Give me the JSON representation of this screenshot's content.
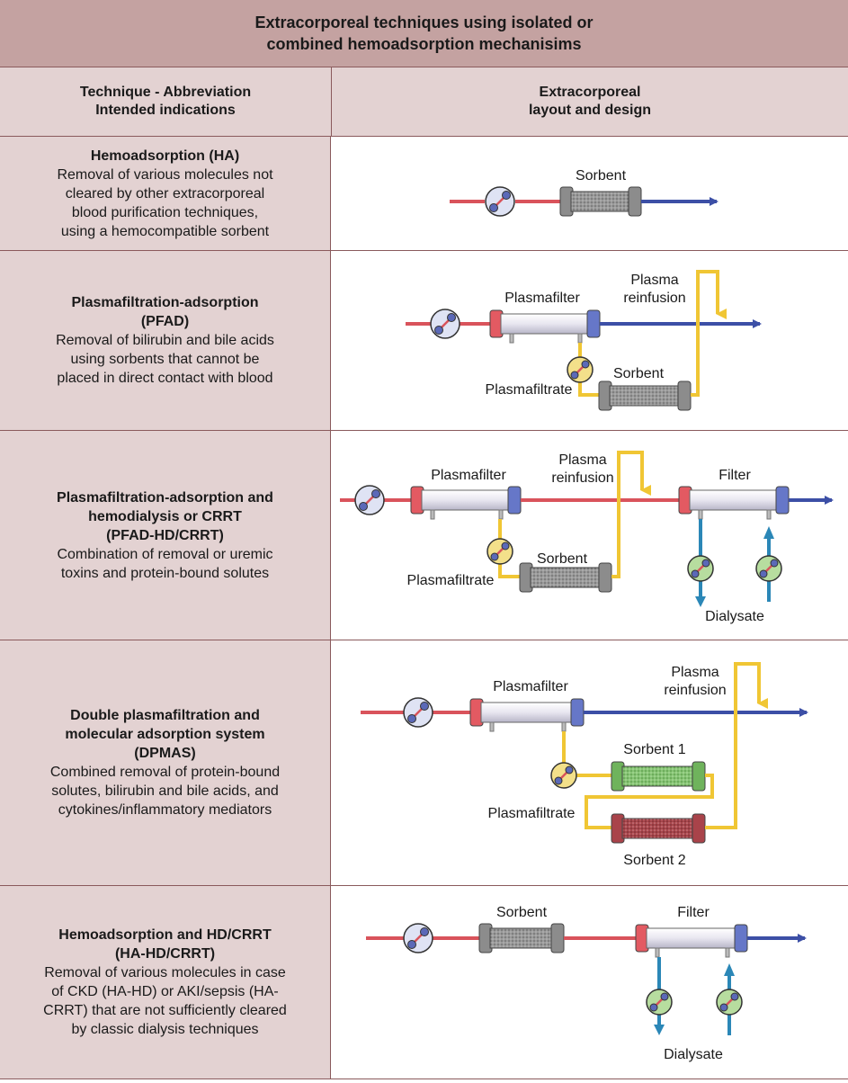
{
  "title": [
    "Extracorporeal techniques using isolated or",
    "combined hemoadsorption mechanisims"
  ],
  "header": {
    "left": [
      "Technique - Abbreviation",
      "Intended indications"
    ],
    "right": [
      "Extracorporeal",
      "layout and design"
    ]
  },
  "rows": [
    {
      "name": [
        "Hemoadsorption (HA)"
      ],
      "desc": [
        "Removal of various molecules not",
        "cleared by other extracorporeal",
        "blood purification techniques,",
        "using a hemocompatible sorbent"
      ],
      "labels": {
        "sorbent": "Sorbent"
      }
    },
    {
      "name": [
        "Plasmafiltration-adsorption",
        "(PFAD)"
      ],
      "desc": [
        "Removal of bilirubin and bile acids",
        "using sorbents that cannot be",
        "placed in direct contact with blood"
      ],
      "labels": {
        "plasmafilter": "Plasmafilter",
        "reinfusion": [
          "Plasma",
          "reinfusion"
        ],
        "sorbent": "Sorbent",
        "plasmafiltrate": "Plasmafiltrate"
      }
    },
    {
      "name": [
        "Plasmafiltration-adsorption and",
        "hemodialysis or CRRT",
        "(PFAD-HD/CRRT)"
      ],
      "desc": [
        "Combination of removal or uremic",
        "toxins and protein-bound solutes"
      ],
      "labels": {
        "plasmafilter": "Plasmafilter",
        "reinfusion": [
          "Plasma",
          "reinfusion"
        ],
        "filter": "Filter",
        "sorbent": "Sorbent",
        "plasmafiltrate": "Plasmafiltrate",
        "dialysate": "Dialysate"
      }
    },
    {
      "name": [
        "Double plasmafiltration and",
        "molecular adsorption system",
        "(DPMAS)"
      ],
      "desc": [
        "Combined removal of protein-bound",
        "solutes, bilirubin and bile acids, and",
        "cytokines/inflammatory mediators"
      ],
      "labels": {
        "plasmafilter": "Plasmafilter",
        "reinfusion": [
          "Plasma",
          "reinfusion"
        ],
        "sorbent1": "Sorbent 1",
        "plasmafiltrate": "Plasmafiltrate",
        "sorbent2": "Sorbent 2"
      }
    },
    {
      "name": [
        "Hemoadsorption and HD/CRRT",
        "(HA-HD/CRRT)"
      ],
      "desc": [
        "Removal of various molecules in case",
        "of CKD (HA-HD) or AKI/sepsis (HA-",
        "CRRT) that are not sufficiently cleared",
        "by classic dialysis techniques"
      ],
      "labels": {
        "sorbent": "Sorbent",
        "filter": "Filter",
        "dialysate": "Dialysate"
      }
    }
  ],
  "colors": {
    "title_bg": "#c4a2a1",
    "cell_bg": "#e3d2d2",
    "border": "#8a5a5c",
    "blood_in": "#d9535b",
    "blood_out": "#3c4fa6",
    "plasma": "#f0c634",
    "dialysate": "#2b87b7",
    "sorbent_gray": "#8c8c8c",
    "sorbent_green": "#7fbf6a",
    "sorbent_red": "#a9434a"
  }
}
